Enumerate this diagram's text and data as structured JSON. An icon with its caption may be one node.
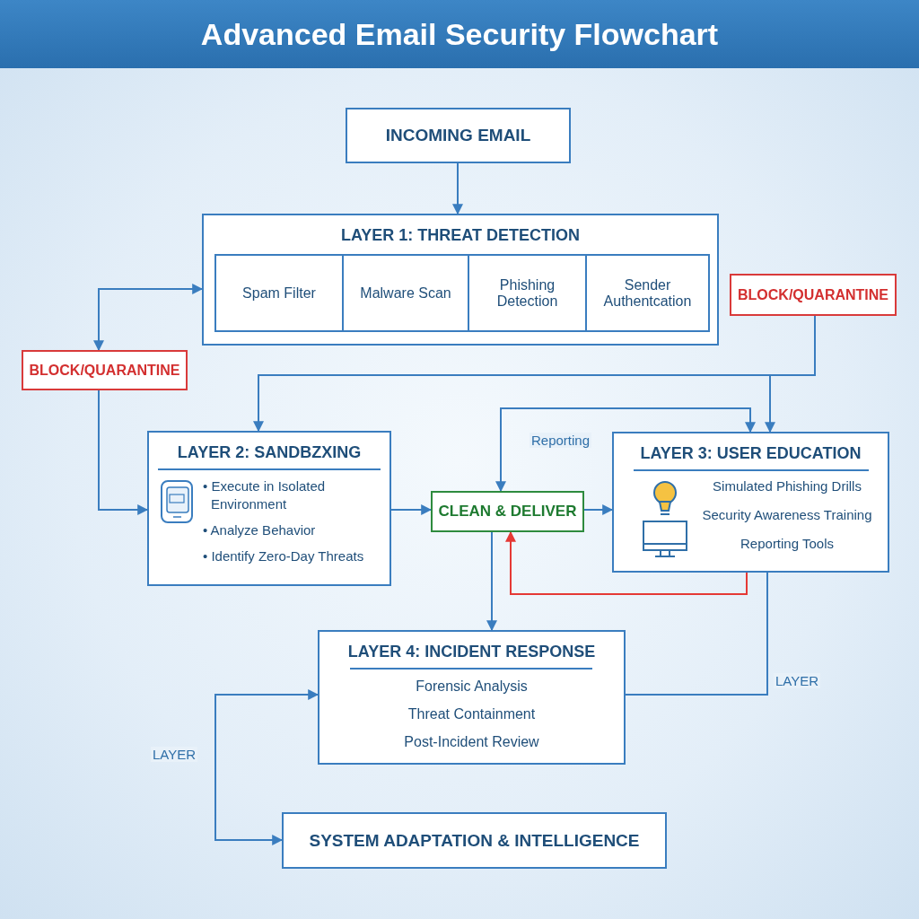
{
  "diagram": {
    "title": "Advanced Email Security Flowchart",
    "nodes": [
      {
        "text": [
          "INCOMING EMAIL"
        ]
      },
      {
        "text": [
          "LAYER 1: THREAT DETECTION"
        ]
      },
      {
        "text": [
          "Spam Filter"
        ],
        "in": 1
      },
      {
        "text": [
          "Malware Scan"
        ],
        "in": 1
      },
      {
        "text": [
          "Phishing Detection"
        ],
        "in": 1
      },
      {
        "text": [
          "Sender Authentcation"
        ],
        "in": 1
      },
      {
        "text": [
          "BLOCK/QUARANTINE"
        ]
      },
      {
        "text": [
          "BLOCK/QUARANTINE"
        ]
      },
      {
        "text": [
          "LAYER 2: SANDBZXING",
          "• Execute in Isolated Environment",
          "• Analyze Behavior",
          "• Identify Zero-Day Threats"
        ]
      },
      {
        "text": [
          "CLEAN & DELIVER"
        ]
      },
      {
        "text": [
          "LAYER 3: USER EDUCATION",
          "Simulated Phishing Drills",
          "Security Awareness Training",
          "Reporting Tools"
        ]
      },
      {
        "text": [
          "LAYER 4: INCIDENT RESPONSE",
          "Forensic Analysis",
          "Threat Containment",
          "Post-Incident Review"
        ]
      },
      {
        "text": [
          "SYSTEM ADAPTATION & INTELLIGENCE"
        ]
      }
    ],
    "edges": [
      {
        "from": 0,
        "to": 1,
        "arrow": "to"
      },
      {
        "from": 6,
        "to": 1,
        "arrow": "both"
      },
      {
        "from": 6,
        "to": 8,
        "arrow": "to"
      },
      {
        "from": 7,
        "to": 8,
        "arrow": "to"
      },
      {
        "from": 7,
        "to": 10,
        "arrow": "to"
      },
      {
        "from": 9,
        "to": 10,
        "arrow": "both",
        "label": "Reporting"
      },
      {
        "from": 8,
        "to": 9,
        "arrow": "to"
      },
      {
        "from": 9,
        "to": 10,
        "arrow": "to"
      },
      {
        "from": 10,
        "to": 9,
        "arrow": "to",
        "color": "#e53935"
      },
      {
        "from": 9,
        "to": 11,
        "arrow": "to"
      },
      {
        "from": 10,
        "to": 11,
        "arrow": "none",
        "label": "LAYER"
      },
      {
        "from": 11,
        "to": 12,
        "arrow": "both",
        "label": "LAYER"
      }
    ]
  }
}
